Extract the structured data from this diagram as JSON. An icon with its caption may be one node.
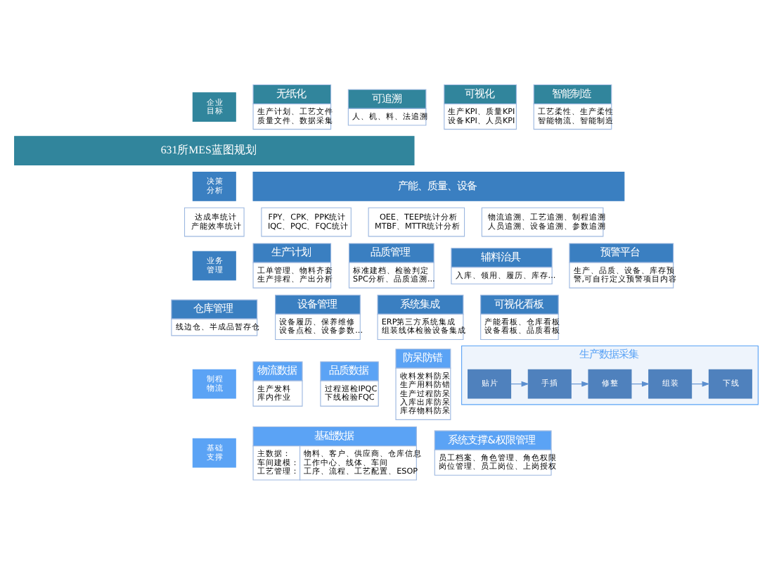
{
  "diagram": {
    "nodes": [
      {
        "text": [
          "企业目标"
        ]
      },
      {
        "text": [
          "无纸化",
          "生产计划、工艺文件质量文件、数据采集"
        ]
      },
      {
        "text": [
          "可追溯",
          "人、机、料、法追溯"
        ]
      },
      {
        "text": [
          "可视化",
          "生产KPI、质量KPI设备KPI、人员KPI"
        ]
      },
      {
        "text": [
          "智能制造",
          "工艺柔性、生产柔性智能物流、智能制造"
        ]
      },
      {
        "text": [
          "631所MES蓝图规划"
        ]
      },
      {
        "text": [
          "决策分析"
        ]
      },
      {
        "text": [
          "产能、质量、设备"
        ]
      },
      {
        "text": [
          "达成率统计产能效率统计"
        ]
      },
      {
        "text": [
          "FPY、CPK、PPK统计IQC、PQC、FQC统计"
        ]
      },
      {
        "text": [
          "OEE、TEEP统计分析MTBF、MTTR统计分析"
        ]
      },
      {
        "text": [
          "物流追溯、工艺追溯、制程追溯人员追溯、设备追溯、参数追溯"
        ]
      },
      {
        "text": [
          "业务管理"
        ]
      },
      {
        "text": [
          "生产计划",
          "工单管理、物料齐套生产排程、产出分析"
        ]
      },
      {
        "text": [
          "品质管理",
          "标准建档、检验判定SPC分析、品质追溯..."
        ]
      },
      {
        "text": [
          "辅料治具",
          "入库、领用、履历、库存..."
        ]
      },
      {
        "text": [
          "预警平台",
          "生产、品质、设备、库存预警,可自行定义预警项目内容"
        ]
      },
      {
        "text": [
          "仓库管理",
          "线边仓、半成品暂存仓"
        ]
      },
      {
        "text": [
          "设备管理",
          "设备履历、保养维修设备点检、设备参数..."
        ]
      },
      {
        "text": [
          "系统集成",
          "ERP第三方系统集成组装线体检验设备集成"
        ]
      },
      {
        "text": [
          "可视化看板",
          "产能看板、仓库看板设备看板、品质看板"
        ]
      },
      {
        "text": [
          "制程物流"
        ]
      },
      {
        "text": [
          "生产数据采集"
        ]
      },
      {
        "text": [
          "贴片"
        ],
        "in": 22
      },
      {
        "text": [
          "手插"
        ],
        "in": 22
      },
      {
        "text": [
          "修整"
        ],
        "in": 22
      },
      {
        "text": [
          "组装"
        ],
        "in": 22
      },
      {
        "text": [
          "下线"
        ],
        "in": 22
      },
      {
        "text": [
          "物流数据",
          "生产发料库内作业"
        ]
      },
      {
        "text": [
          "品质数据",
          "过程巡检IPQC下线检验FQC"
        ]
      },
      {
        "text": [
          "防呆防错",
          "收料发料防呆生产用料防错生产过程防呆入库出库防呆库存物料防呆"
        ]
      },
      {
        "text": [
          "基础支撑"
        ]
      },
      {
        "text": [
          "基础数据",
          "主数据：车间建模：工艺管理：",
          "物料、客户、供应商、仓库信息工作中心、线体、车间工序、流程、工艺配置、ESOP"
        ]
      },
      {
        "text": [
          "系统支撑&权限管理",
          "员工档案、角色管理、角色权限岗位管理、员工岗位、上岗授权"
        ]
      }
    ],
    "edges": [
      {
        "from": 23,
        "to": 24,
        "arrow": "to"
      },
      {
        "from": 24,
        "to": 25,
        "arrow": "to"
      },
      {
        "from": 25,
        "to": 26,
        "arrow": "to"
      },
      {
        "from": 26,
        "to": 27,
        "arrow": "to"
      }
    ]
  }
}
